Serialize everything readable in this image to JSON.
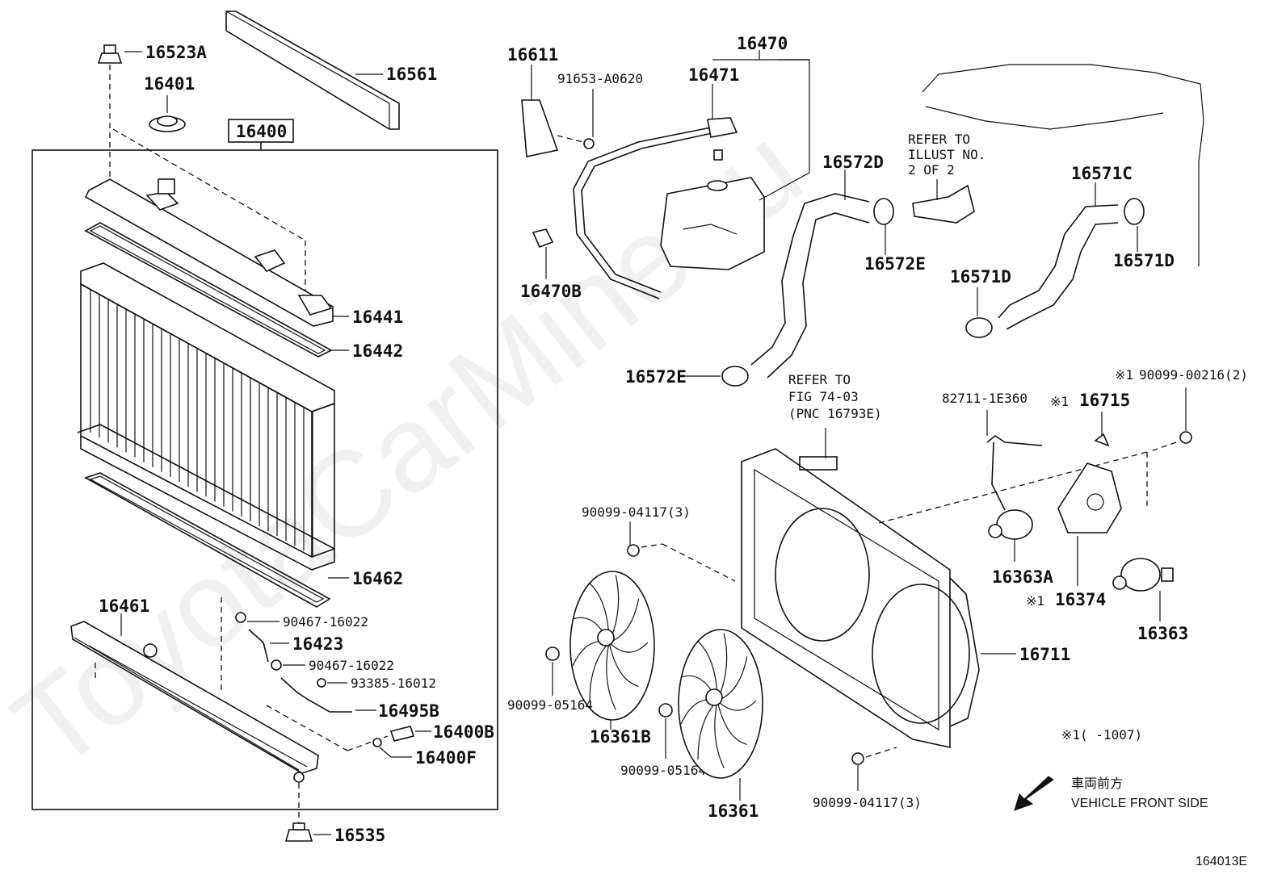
{
  "watermark": "ToyotaCarMine.ru",
  "diagram_id": "164013E",
  "assembly_label": "16400",
  "labels": {
    "p16523A": "16523A",
    "p16401": "16401",
    "p16561": "16561",
    "p16441": "16441",
    "p16442": "16442",
    "p16462": "16462",
    "p16461": "16461",
    "p90467_a": "90467-16022",
    "p16423": "16423",
    "p90467_b": "90467-16022",
    "p93385": "93385-16012",
    "p16495B": "16495B",
    "p16400B": "16400B",
    "p16400F": "16400F",
    "p16535": "16535",
    "p16611": "16611",
    "p91653": "91653-A0620",
    "p16470": "16470",
    "p16471": "16471",
    "p16470B": "16470B",
    "p16572D": "16572D",
    "p16572E_a": "16572E",
    "p16572E_b": "16572E",
    "p16571C": "16571C",
    "p16571D_a": "16571D",
    "p16571D_b": "16571D",
    "p82711": "82711-1E360",
    "p16715": "16715",
    "p90099_00216": "90099-00216(2)",
    "p90099_04117_a": "90099-04117(3)",
    "p90099_05164_a": "90099-05164",
    "p16361B": "16361B",
    "p90099_05164_b": "90099-05164",
    "p16361": "16361",
    "p90099_04117_b": "90099-04117(3)",
    "p16711": "16711",
    "p16363A": "16363A",
    "p16374": "16374",
    "p16363": "16363"
  },
  "notes": {
    "refer_illust_1": "REFER TO",
    "refer_illust_2": "ILLUST NO.",
    "refer_illust_3": "2 OF 2",
    "refer_fig_1": "REFER TO",
    "refer_fig_2": "FIG 74-03",
    "refer_fig_3": "(PNC 16793E)",
    "mark": "※1",
    "mark_16715": "※1",
    "mark_00216": "※1",
    "mark_16374": "※1",
    "footnote": "※1(       -1007)",
    "front_jp": "車両前方",
    "front_en": "VEHICLE FRONT SIDE"
  }
}
